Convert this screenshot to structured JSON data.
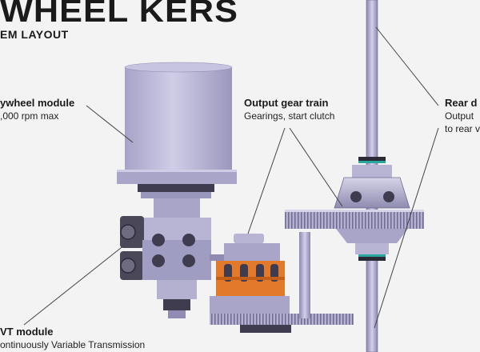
{
  "title": "WHEEL KERS",
  "subtitle": "EM LAYOUT",
  "callouts": {
    "flywheel": {
      "heading": "ywheel module",
      "detail": ",000 rpm max"
    },
    "output": {
      "heading": "Output gear train",
      "detail": "Gearings, start clutch"
    },
    "rear": {
      "heading": "Rear d",
      "detail_1": "Output",
      "detail_2": "to rear v"
    },
    "cvt": {
      "heading": "VT module",
      "detail": "ontinuously Variable Transmission"
    }
  },
  "colors": {
    "background": "#f3f3f3",
    "part_lavender": "#b9b6d6",
    "part_lavender_dark": "#8f8bb3",
    "part_dark": "#3c3a4a",
    "accent_orange": "#e37a2b",
    "accent_teal": "#2aa6a0",
    "leader_line": "#444444"
  }
}
